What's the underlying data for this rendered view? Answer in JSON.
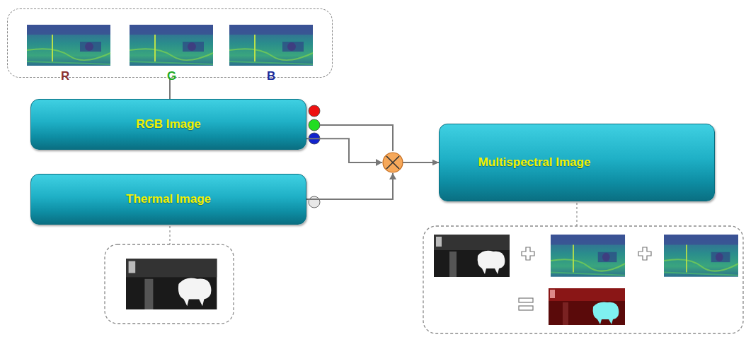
{
  "diagram": {
    "nodes": [
      {
        "text": [
          "R",
          "G",
          "B"
        ]
      },
      {
        "text": [
          "RGB Image"
        ]
      },
      {
        "text": [
          "Thermal Image"
        ]
      },
      {
        "text": [
          "Multispectral Image"
        ]
      }
    ],
    "edges": [
      {
        "from": 0,
        "to": 1,
        "arrow": "none"
      },
      {
        "from": 1,
        "to": 3,
        "arrow": "to"
      },
      {
        "from": 2,
        "to": 3,
        "arrow": "to"
      }
    ]
  }
}
